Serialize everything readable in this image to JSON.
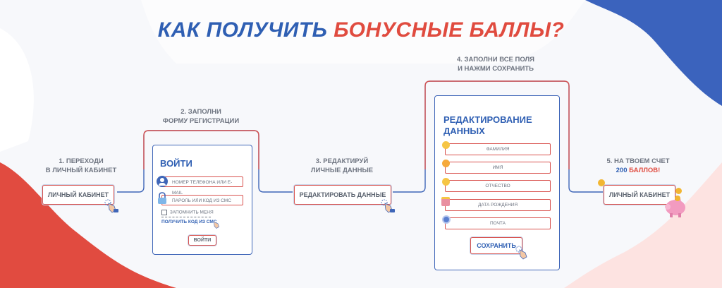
{
  "title": {
    "part1": "КАК ПОЛУЧИТЬ",
    "part2": "БОНУСНЫЕ БАЛЛЫ?"
  },
  "steps": {
    "step1": {
      "line1": "1. ПЕРЕХОДИ",
      "line2": "В ЛИЧНЫЙ КАБИНЕТ",
      "button": "ЛИЧНЫЙ КАБИНЕТ"
    },
    "step2": {
      "line1": "2. ЗАПОЛНИ",
      "line2": "ФОРМУ РЕГИСТРАЦИИ"
    },
    "step3": {
      "line1": "3. РЕДАКТИРУЙ",
      "line2": "ЛИЧНЫЕ ДАННЫЕ",
      "button": "РЕДАКТИРОВАТЬ ДАННЫЕ"
    },
    "step4": {
      "line1": "4. ЗАПОЛНИ ВСЕ ПОЛЯ",
      "line2": "И НАЖМИ СОХРАНИТЬ"
    },
    "step5": {
      "line1": "5. НА ТВОЕМ СЧЕТ",
      "bonus_count": "200",
      "bonus_word": "БАЛЛОВ!",
      "button": "ЛИЧНЫЙ КАБИНЕТ"
    }
  },
  "login_form": {
    "title": "ВОЙТИ",
    "phone_placeholder": "НОМЕР ТЕЛЕФОНА ИЛИ e-mail",
    "password_placeholder": "ПАРОЛЬ ИЛИ КОД ИЗ СМС",
    "remember_label": "ЗАПОМНИТЬ МЕНЯ",
    "sms_link": "ПОЛУЧИТЬ КОД ИЗ СМС",
    "submit": "ВОЙТИ"
  },
  "edit_form": {
    "title_line1": "РЕДАКТИРОВАНИЕ",
    "title_line2": "ДАННЫХ",
    "fields": [
      "ФАМИЛИЯ",
      "ИМЯ",
      "ОТЧЕСТВО",
      "ДАТА РОЖДЕНИЯ",
      "ПОЧТА"
    ],
    "save": "СОХРАНИТЬ"
  },
  "colors": {
    "blue": "#2f5fb3",
    "red": "#e04b3f",
    "gray": "#6e7480"
  },
  "icons": [
    "pointer-hand-icon",
    "user-icon",
    "lock-icon",
    "emoji-icon",
    "cake-icon",
    "email-icon",
    "coin-icon",
    "piggy-bank-icon"
  ]
}
